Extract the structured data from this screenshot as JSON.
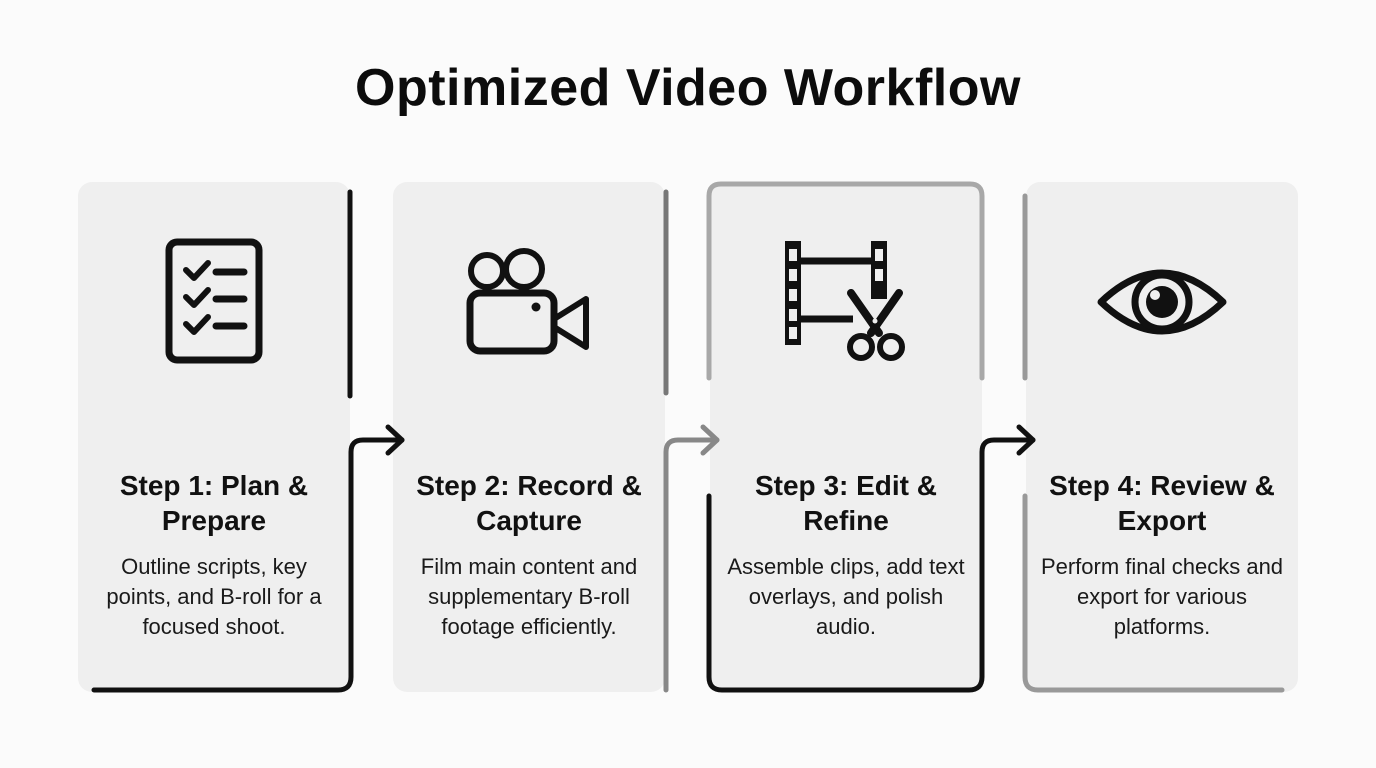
{
  "title": "Optimized Video Workflow",
  "steps": [
    {
      "title": "Step 1: Plan & Prepare",
      "description": "Outline scripts, key points, and B-roll for a focused shoot.",
      "icon": "checklist-icon"
    },
    {
      "title": "Step 2: Record & Capture",
      "description": "Film main content and supplementary B-roll footage efficiently.",
      "icon": "video-camera-icon"
    },
    {
      "title": "Step 3: Edit & Refine",
      "description": "Assemble clips, add text overlays, and polish audio.",
      "icon": "film-scissors-icon"
    },
    {
      "title": "Step 4: Review & Export",
      "description": "Perform final checks and export for various platforms.",
      "icon": "eye-icon"
    }
  ],
  "colors": {
    "background": "#fbfbfb",
    "card": "#efefef",
    "accent_dark": "#111111",
    "accent_gray": "#8a8a8a"
  }
}
